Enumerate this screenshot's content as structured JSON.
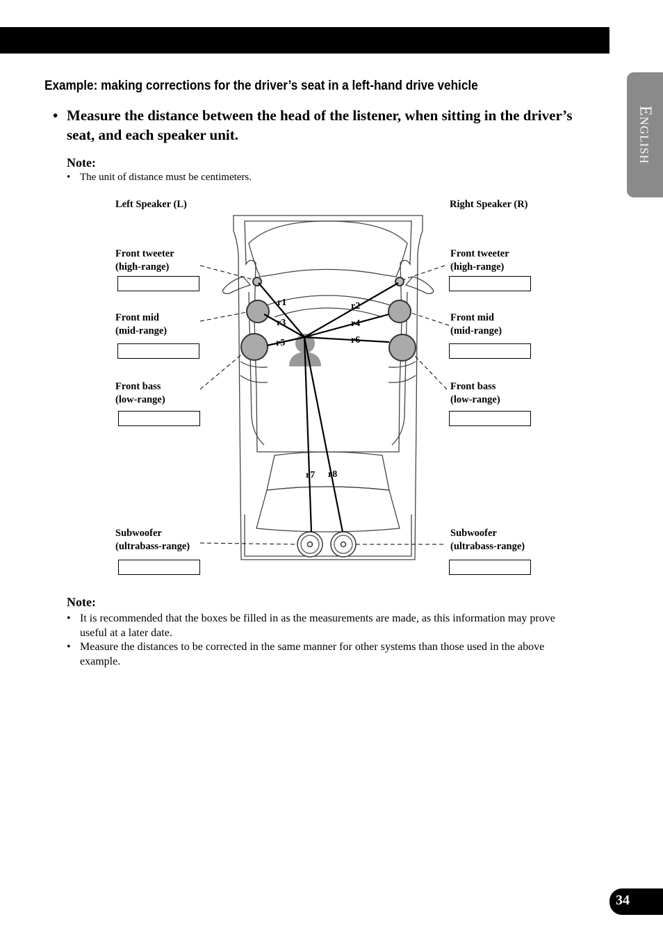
{
  "side_tab": "English",
  "page_number": "34",
  "heading": "Example: making corrections for the driver’s seat in a left-hand drive vehicle",
  "instruction": {
    "bullet": "•",
    "text": "Measure the distance between the head of the listener, when sitting in the driver’s seat, and each speaker unit."
  },
  "note1": {
    "title": "Note:",
    "items": [
      "The unit of distance must be centimeters."
    ]
  },
  "diagram": {
    "left_header": "Left Speaker (L)",
    "right_header": "Right Speaker (R)",
    "left": {
      "tweeter_1": "Front tweeter",
      "tweeter_2": "(high-range)",
      "mid_1": "Front mid",
      "mid_2": "(mid-range)",
      "bass_1": "Front bass",
      "bass_2": "(low-range)",
      "sub_1": "Subwoofer",
      "sub_2": "(ultrabass-range)"
    },
    "right": {
      "tweeter_1": "Front tweeter",
      "tweeter_2": "(high-range)",
      "mid_1": "Front mid",
      "mid_2": "(mid-range)",
      "bass_1": "Front bass",
      "bass_2": "(low-range)",
      "sub_1": "Subwoofer",
      "sub_2": "(ultrabass-range)"
    },
    "distance_labels": [
      "r1",
      "r2",
      "r3",
      "r4",
      "r5",
      "r6",
      "r7",
      "r8"
    ]
  },
  "note2": {
    "title": "Note:",
    "items": [
      "It is recommended that the boxes be filled in as the measurements are made, as this information may prove useful at a later date.",
      "Measure the distances to be corrected in the same manner for other systems than those used in the above example."
    ]
  }
}
